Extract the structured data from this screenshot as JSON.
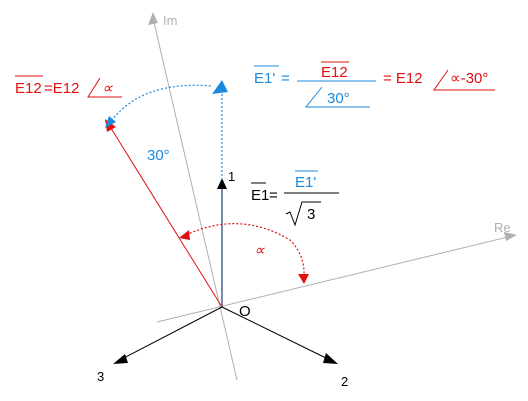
{
  "colors": {
    "black": "#000000",
    "red": "#e01010",
    "blue": "#1a8ae0",
    "axis": "#b0b0b0"
  },
  "axes": {
    "im_label": "Im",
    "re_label": "Re"
  },
  "points": {
    "origin": "O",
    "p1": "1",
    "p2": "2",
    "p3": "3"
  },
  "angles": {
    "thirty": "30°",
    "alpha": "∝"
  },
  "formulas": {
    "e12_lhs": "E12",
    "e12_eq": "=E12",
    "e12_angle": "∝",
    "e1p_lhs": "E1'",
    "e1p_eq": "=",
    "e1p_num": "E12",
    "e1p_den": "30°",
    "e1p_eq2": "= E12",
    "e1p_angle": "∝-30°",
    "e1_lhs": "E1",
    "e1_eq": "=",
    "e1_num": "E1'",
    "e1_den": "3"
  }
}
